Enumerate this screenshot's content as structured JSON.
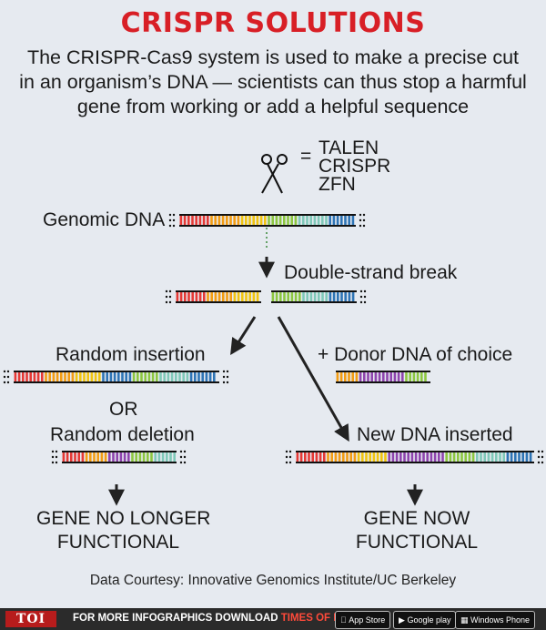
{
  "title": "CRISPR SOLUTIONS",
  "subtitle": "The CRISPR-Cas9 system is used to make a precise cut in an organism’s DNA — scientists can thus stop a harmful gene from working or add a helpful sequence",
  "tools": {
    "equals": "=",
    "items": [
      "TALEN",
      "CRISPR",
      "ZFN"
    ]
  },
  "labels": {
    "genomic_dna": "Genomic DNA",
    "double_strand_break": "Double-strand break",
    "random_insertion": "Random insertion",
    "or": "OR",
    "random_deletion": "Random deletion",
    "donor_dna": "+ Donor DNA of choice",
    "new_dna_inserted": "New DNA inserted",
    "gene_no_longer_1": "GENE NO LONGER",
    "gene_no_longer_2": "FUNCTIONAL",
    "gene_now_1": "GENE NOW",
    "gene_now_2": "FUNCTIONAL"
  },
  "credit": "Data Courtesy: Innovative Genomics Institute/UC Berkeley",
  "footer": {
    "logo": "TOI",
    "text_prefix": "FOR MORE INFOGRAPHICS DOWNLOAD",
    "text_highlight": "TIMES OF INDIA APP",
    "app_store": "App Store",
    "google_play": "Google play",
    "windows_phone": "Windows Phone"
  },
  "colors": {
    "title": "#d81f26",
    "red": "#e53935",
    "orange": "#f39c12",
    "yellow": "#f1c40f",
    "green": "#8cc63f",
    "teal": "#7fc8b8",
    "blue": "#2e74b5",
    "purple": "#8e44ad",
    "arrow": "#222222"
  }
}
